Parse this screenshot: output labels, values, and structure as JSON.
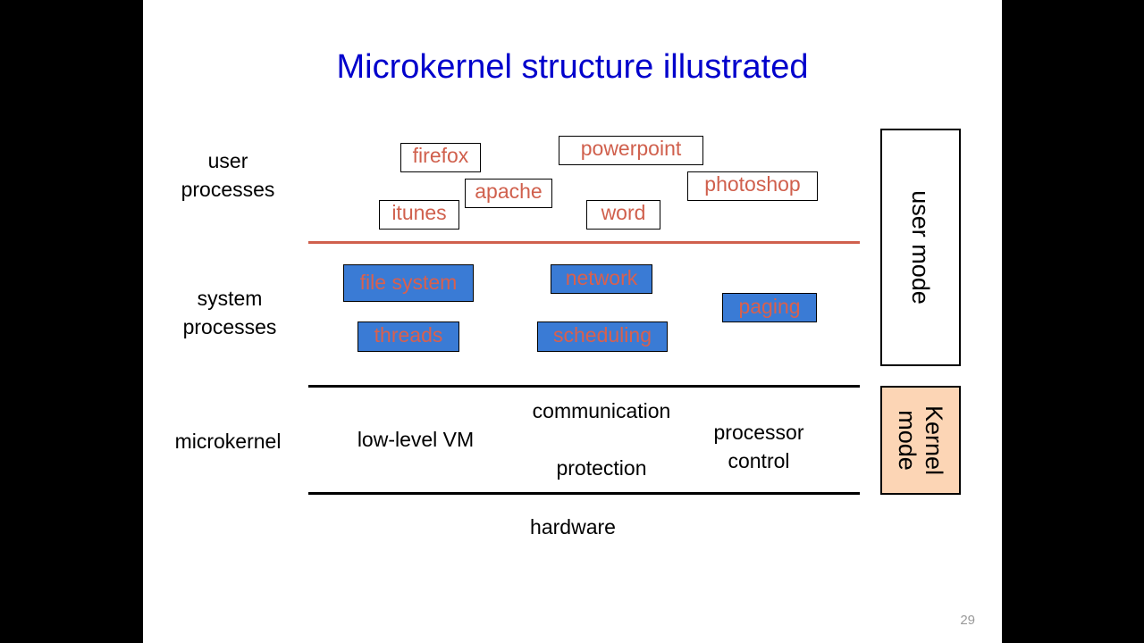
{
  "slide": {
    "title": "Microkernel structure illustrated",
    "page_number": "29"
  },
  "layers": {
    "user": [
      "user",
      "processes"
    ],
    "system": [
      "system",
      "processes"
    ],
    "microkernel": "microkernel",
    "hardware": "hardware"
  },
  "user_processes": [
    "firefox",
    "powerpoint",
    "apache",
    "photoshop",
    "itunes",
    "word"
  ],
  "system_processes": [
    "file system",
    "network",
    "paging",
    "threads",
    "scheduling"
  ],
  "microkernel_services": {
    "vm": "low-level VM",
    "communication": "communication",
    "protection": "protection",
    "processor_control": [
      "processor",
      "control"
    ]
  },
  "modes": {
    "user": "user mode",
    "kernel": [
      "Kernel",
      "mode"
    ]
  },
  "colors": {
    "title": "#0000cc",
    "user_process_text": "#d0604d",
    "system_process_fill": "#3a7bd5",
    "divider_red": "#d0604d",
    "kernel_mode_fill": "#fcd5b5"
  }
}
